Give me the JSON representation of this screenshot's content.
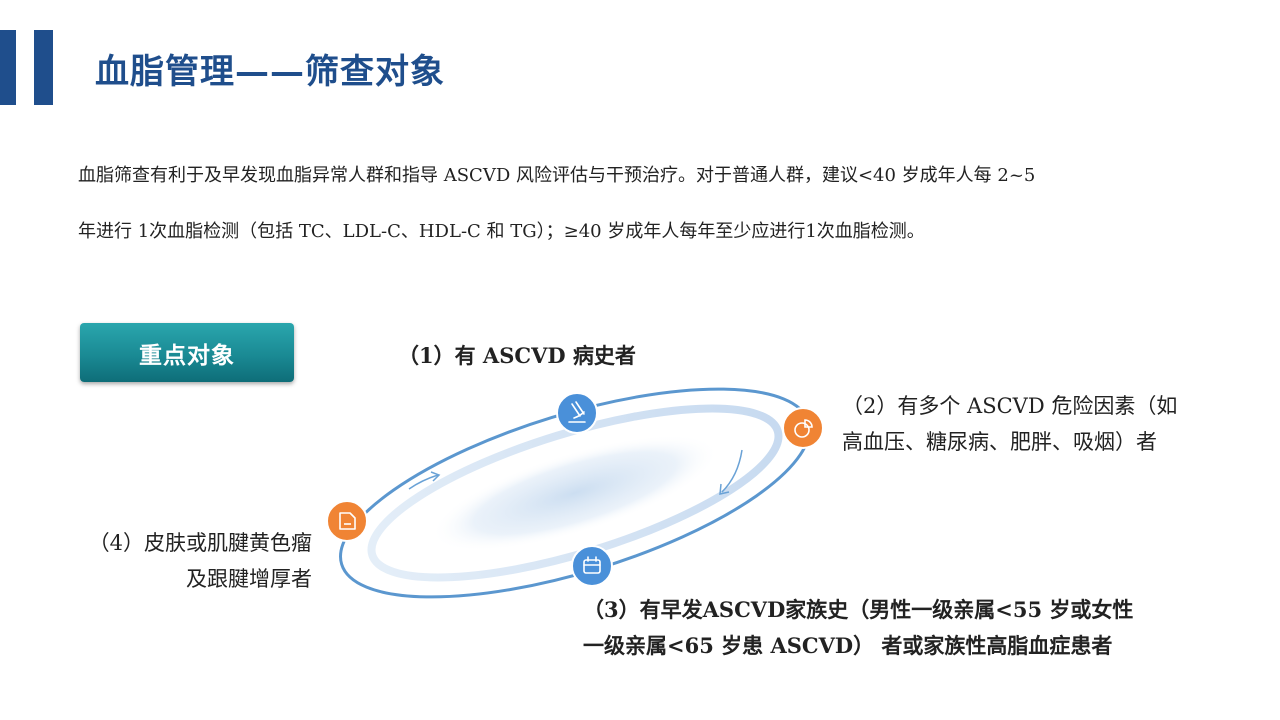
{
  "title": "血脂管理——筛查对象",
  "intro": {
    "line1": "血脂筛查有利于及早发现血脂异常人群和指导 ASCVD 风险评估与干预治疗。对于普通人群，建议<40 岁成年人每 2~5",
    "line2": "年进行 1次血脂检测（包括 TC、LDL-C、HDL-C 和 TG）；≥40 岁成年人每年至少应进行1次血脂检测。"
  },
  "badge": "重点对象",
  "items": {
    "i1": {
      "line1": "（1）有 ASCVD 病史者"
    },
    "i2": {
      "line1": "（2）有多个 ASCVD 危险因素（如",
      "line2": "高血压、糖尿病、肥胖、吸烟）者"
    },
    "i3": {
      "line1": "（3）有早发ASCVD家族史（男性一级亲属<55 岁或女性",
      "line2": "一级亲属<65 岁患 ASCVD） 者或家族性高脂血症患者"
    },
    "i4": {
      "line1": "（4）皮肤或肌腱黄色瘤",
      "line2": "及跟腱增厚者"
    }
  },
  "icons": {
    "node1": "microscope-icon",
    "node2": "pie-chart-icon",
    "node3": "calendar-icon",
    "node4": "document-icon"
  },
  "colors": {
    "brand_blue": "#1f4e8c",
    "teal": "#1a8a94",
    "node_blue": "#4a90d9",
    "node_orange": "#f08434"
  }
}
